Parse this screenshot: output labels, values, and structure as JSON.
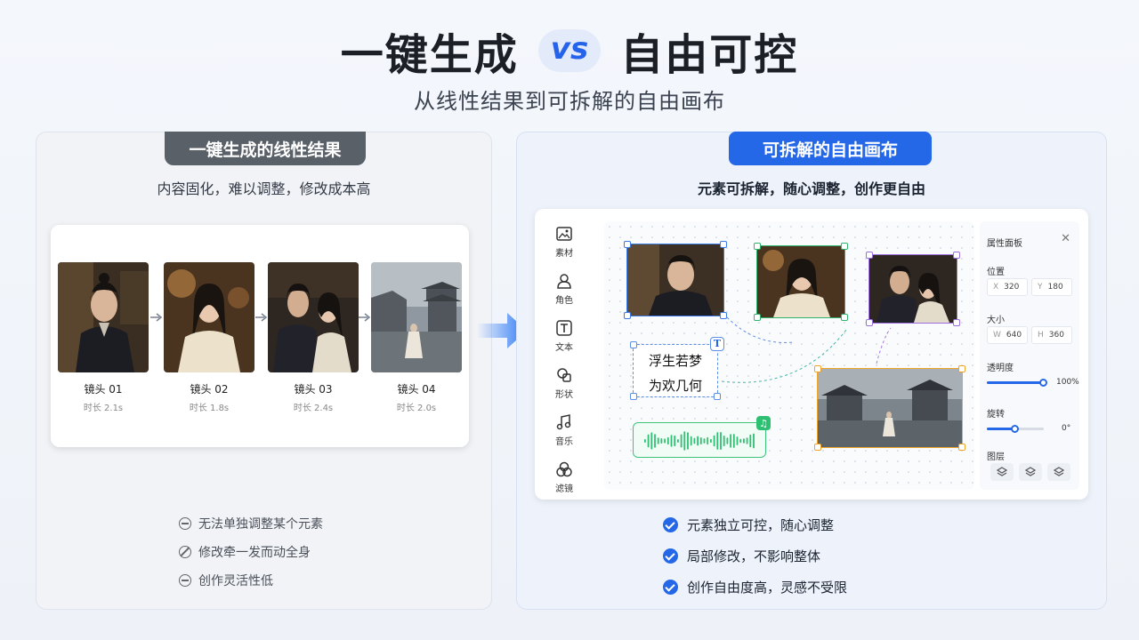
{
  "header": {
    "title_left": "一键生成",
    "vs": "vs",
    "title_right": "自由可控",
    "subtitle": "从线性结果到可拆解的自由画布"
  },
  "left_panel": {
    "tab": "一键生成的线性结果",
    "description": "内容固化，难以调整，修改成本高",
    "shots": [
      {
        "label": "镜头 01",
        "duration": "时长 2.1s"
      },
      {
        "label": "镜头 02",
        "duration": "时长 1.8s"
      },
      {
        "label": "镜头 03",
        "duration": "时长 2.4s"
      },
      {
        "label": "镜头 04",
        "duration": "时长 2.0s"
      }
    ],
    "cons": [
      "无法单独调整某个元素",
      "修改牵一发而动全身",
      "创作灵活性低"
    ]
  },
  "right_panel": {
    "tab": "可拆解的自由画布",
    "description": "元素可拆解，随心调整，创作更自由",
    "toolbar": [
      {
        "label": "素材",
        "icon": "image-icon"
      },
      {
        "label": "角色",
        "icon": "character-icon"
      },
      {
        "label": "文本",
        "icon": "text-icon"
      },
      {
        "label": "形状",
        "icon": "shape-icon"
      },
      {
        "label": "音乐",
        "icon": "music-icon"
      },
      {
        "label": "滤镜",
        "icon": "filter-icon"
      }
    ],
    "canvas_text": [
      "浮生若梦",
      "为欢几何"
    ],
    "properties": {
      "title": "属性面板",
      "position_label": "位置",
      "x_key": "X",
      "x": "320",
      "y_key": "Y",
      "y": "180",
      "size_label": "大小",
      "w_key": "W",
      "w": "640",
      "h_key": "H",
      "h": "360",
      "opacity_label": "透明度",
      "opacity": "100%",
      "opacity_level": 1.0,
      "rotation_label": "旋转",
      "rotation": "0°",
      "rotation_level": 0.5,
      "layers_label": "图层"
    },
    "pros": [
      "元素独立可控，随心调整",
      "局部修改，不影响整体",
      "创作自由度高，灵感不受限"
    ]
  },
  "colors": {
    "accent": "#2468e8",
    "selection_blue": "#3b7be8",
    "selection_green": "#2fb36b",
    "selection_purple": "#9b6ee0",
    "selection_orange": "#f0a428",
    "audio_green": "#3cc37b"
  }
}
